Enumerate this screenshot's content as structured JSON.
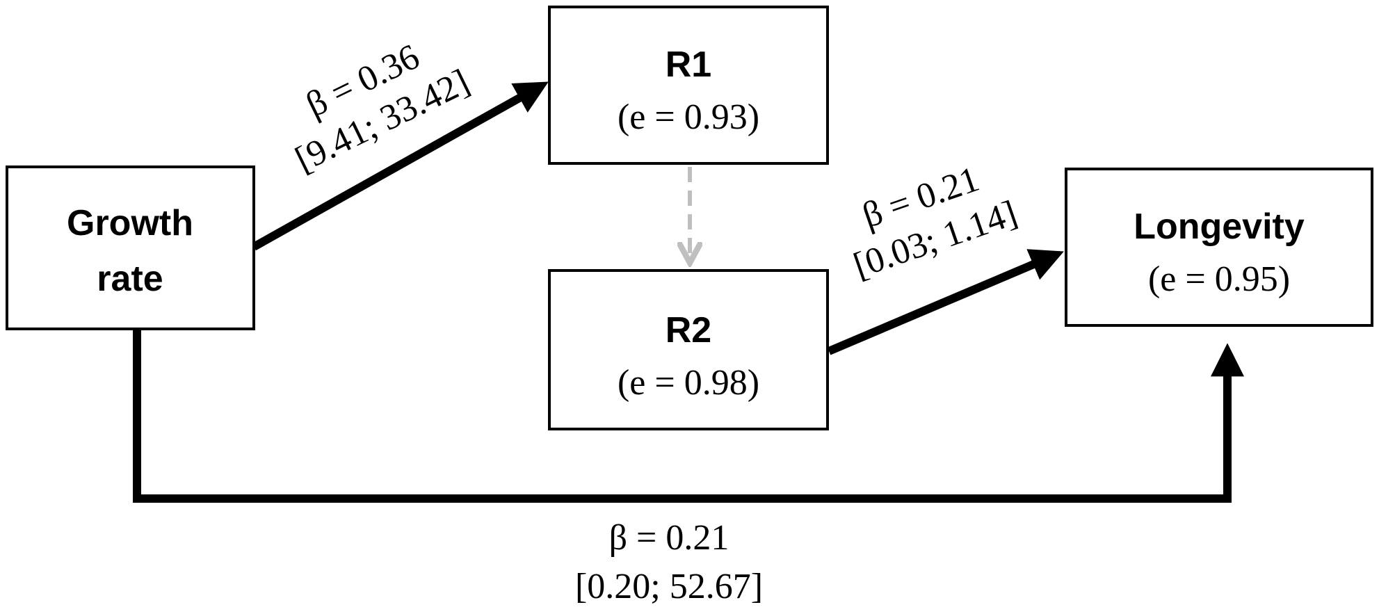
{
  "nodes": {
    "growth_rate": {
      "title_line1": "Growth",
      "title_line2": "rate"
    },
    "r1": {
      "title": "R1",
      "error": "(e = 0.93)"
    },
    "r2": {
      "title": "R2",
      "error": "(e = 0.98)"
    },
    "longevity": {
      "title": "Longevity",
      "error": "(e = 0.95)"
    }
  },
  "edges": {
    "growth_to_r1": {
      "beta": "β = 0.36",
      "ci": "[9.41; 33.42]",
      "style": "solid",
      "color": "#000000"
    },
    "r1_to_r2": {
      "style": "dashed",
      "color": "#bfbfbf"
    },
    "r2_to_longevity": {
      "beta": "β = 0.21",
      "ci": "[0.03; 1.14]",
      "style": "solid",
      "color": "#000000"
    },
    "growth_to_longevity": {
      "beta": "β = 0.21",
      "ci": "[0.20; 52.67]",
      "style": "solid",
      "color": "#000000"
    }
  }
}
